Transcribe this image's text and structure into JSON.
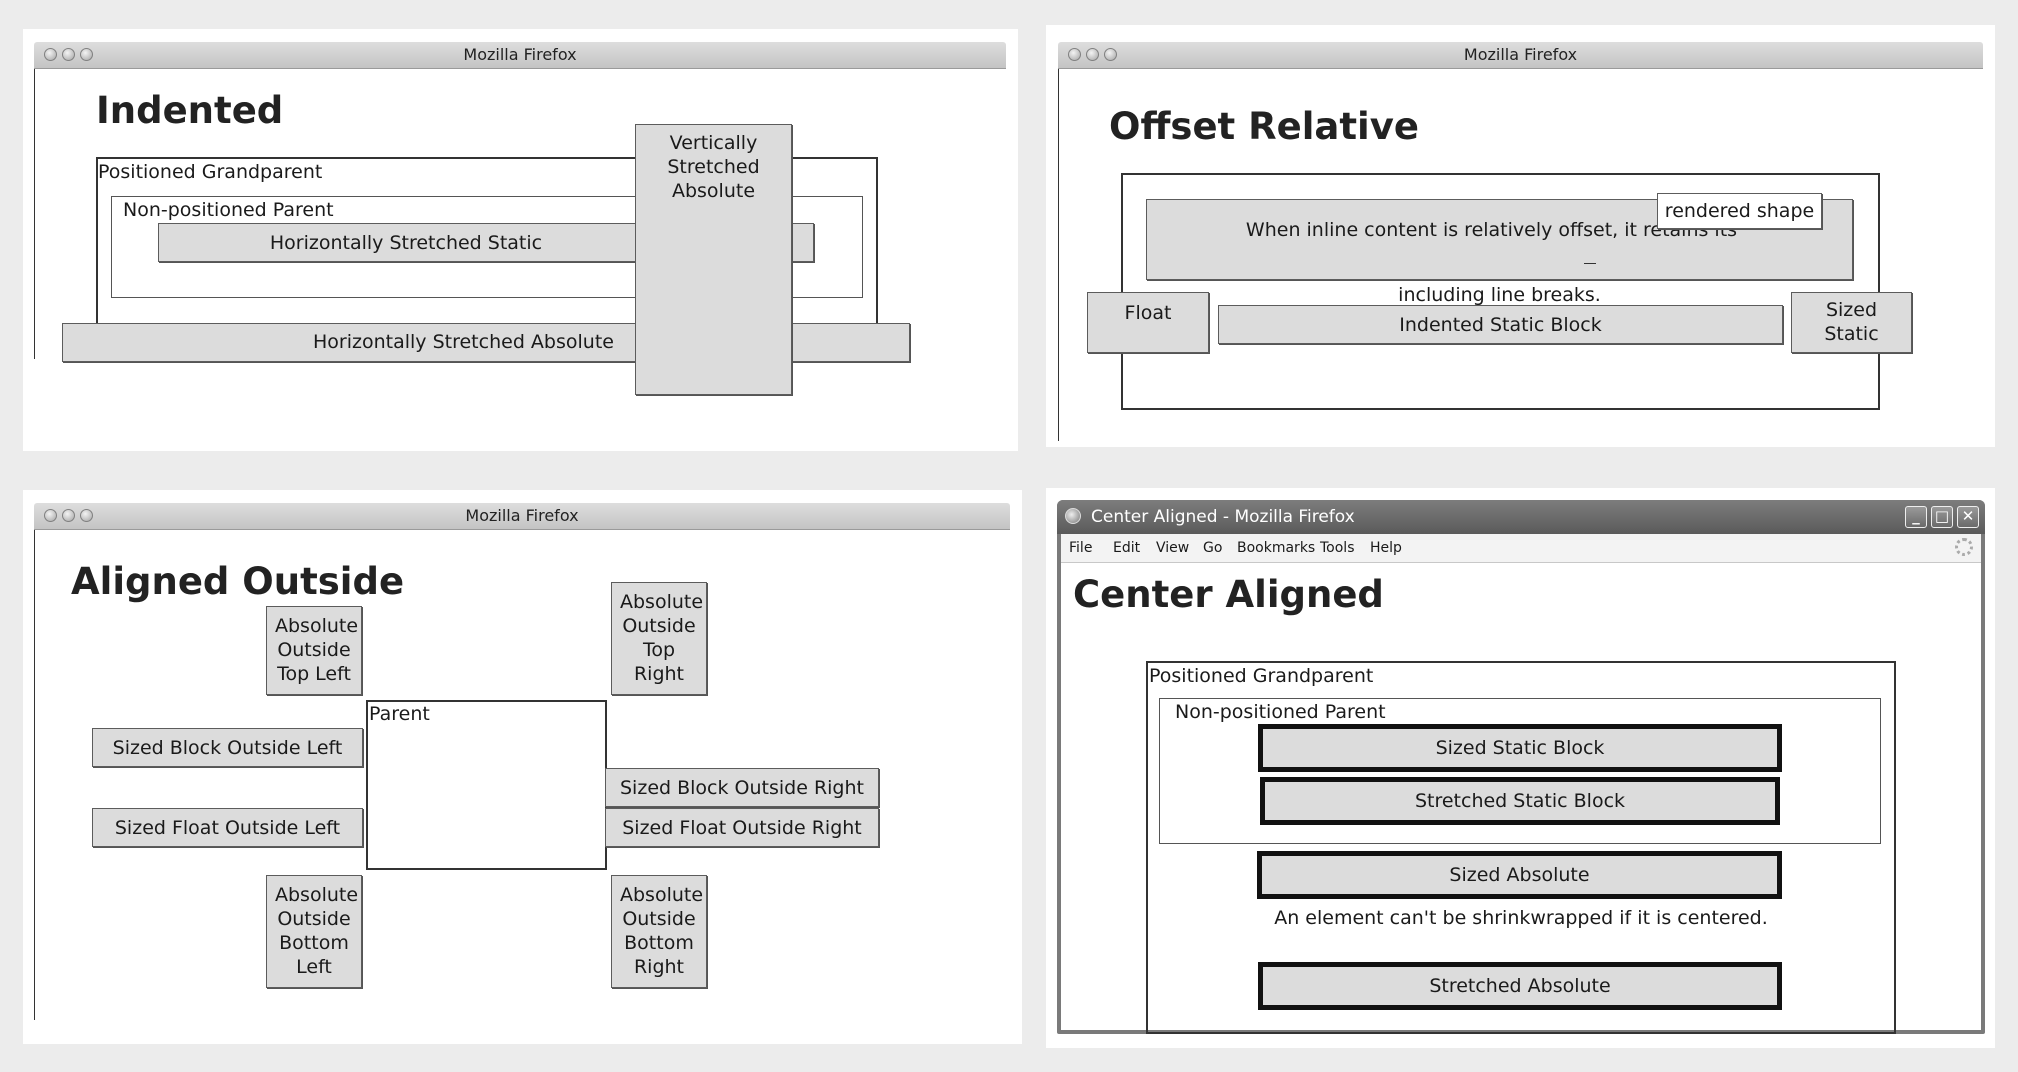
{
  "panels": {
    "indented": {
      "window_title": "Mozilla Firefox",
      "heading": "Indented",
      "grandparent_label": "Positioned Grandparent",
      "parent_label": "Non-positioned Parent",
      "h_static": "Horizontally Stretched Static",
      "v_absolute": "Vertically Stretched Absolute",
      "h_absolute": "Horizontally Stretched Absolute"
    },
    "offset_relative": {
      "window_title": "Mozilla Firefox",
      "heading": "Offset Relative",
      "text_line1": "When inline content is relatively offset, it retains its",
      "text_line2": "including line breaks.",
      "rendered_shape": "rendered shape",
      "float": "Float",
      "indented_static": "Indented Static Block",
      "sized_static": "Sized Static"
    },
    "aligned_outside": {
      "window_title": "Mozilla Firefox",
      "heading": "Aligned Outside",
      "parent_label": "Parent",
      "top_left": "Absolute Outside Top Left",
      "top_right": "Absolute Outside Top Right",
      "block_left": "Sized Block Outside Left",
      "float_left": "Sized Float Outside Left",
      "block_right": "Sized Block Outside Right",
      "float_right": "Sized Float Outside Right",
      "bottom_left": "Absolute Outside Bottom Left",
      "bottom_right": "Absolute Outside Bottom Right"
    },
    "center_aligned": {
      "window_title": "Center Aligned - Mozilla Firefox",
      "menu": [
        "File",
        "Edit",
        "View",
        "Go",
        "Bookmarks",
        "Tools",
        "Help"
      ],
      "heading": "Center Aligned",
      "grandparent_label": "Positioned Grandparent",
      "parent_label": "Non-positioned Parent",
      "sized_static": "Sized Static Block",
      "stretched_static": "Stretched Static Block",
      "sized_absolute": "Sized Absolute",
      "note": "An element can't be shrinkwrapped if it is centered.",
      "stretched_absolute": "Stretched Absolute"
    }
  }
}
